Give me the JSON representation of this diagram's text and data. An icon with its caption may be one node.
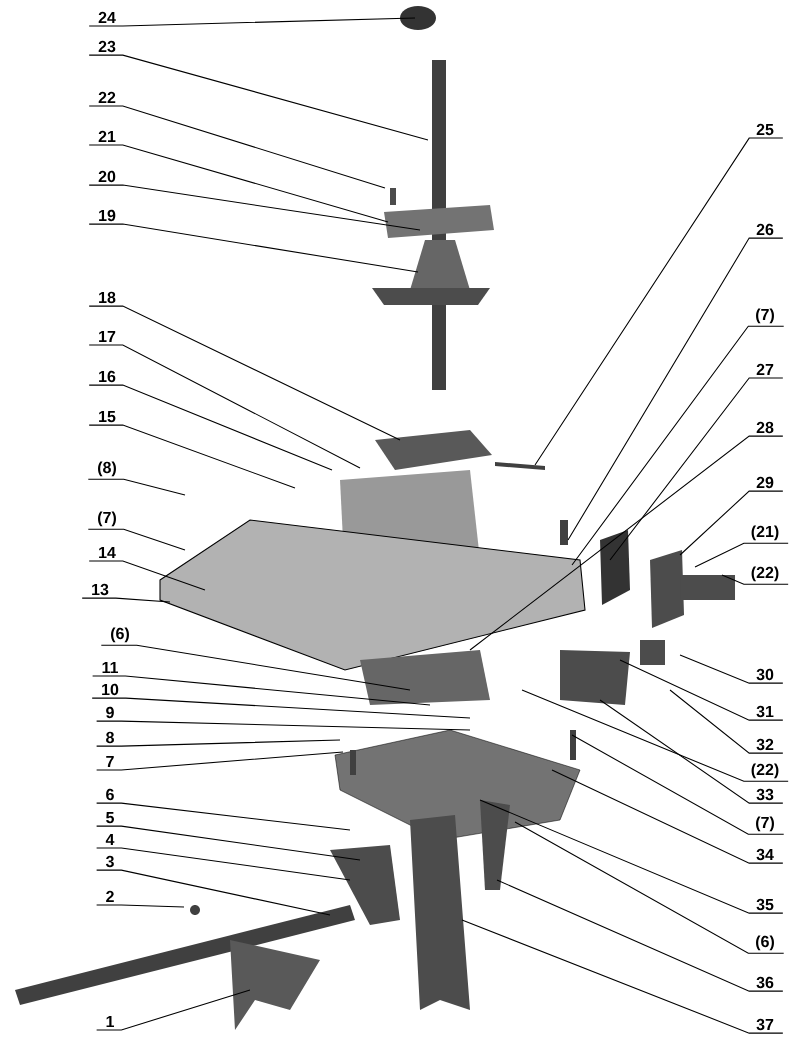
{
  "diagram": {
    "nodes": [
      {
        "text": [
          "24"
        ]
      },
      {
        "text": [
          "23"
        ]
      },
      {
        "text": [
          "22"
        ]
      },
      {
        "text": [
          "21"
        ]
      },
      {
        "text": [
          "20"
        ]
      },
      {
        "text": [
          "19"
        ]
      },
      {
        "text": [
          "18"
        ]
      },
      {
        "text": [
          "17"
        ]
      },
      {
        "text": [
          "16"
        ]
      },
      {
        "text": [
          "15"
        ]
      },
      {
        "text": [
          "(8)"
        ]
      },
      {
        "text": [
          "(7)"
        ]
      },
      {
        "text": [
          "14"
        ]
      },
      {
        "text": [
          "13"
        ]
      },
      {
        "text": [
          "(6)"
        ]
      },
      {
        "text": [
          "11"
        ]
      },
      {
        "text": [
          "10"
        ]
      },
      {
        "text": [
          "9"
        ]
      },
      {
        "text": [
          "8"
        ]
      },
      {
        "text": [
          "7"
        ]
      },
      {
        "text": [
          "6"
        ]
      },
      {
        "text": [
          "5"
        ]
      },
      {
        "text": [
          "4"
        ]
      },
      {
        "text": [
          "3"
        ]
      },
      {
        "text": [
          "2"
        ]
      },
      {
        "text": [
          "1"
        ]
      },
      {
        "text": [
          "25"
        ]
      },
      {
        "text": [
          "26"
        ]
      },
      {
        "text": [
          "(7)"
        ]
      },
      {
        "text": [
          "27"
        ]
      },
      {
        "text": [
          "28"
        ]
      },
      {
        "text": [
          "29"
        ]
      },
      {
        "text": [
          "(21)"
        ]
      },
      {
        "text": [
          "(22)"
        ]
      },
      {
        "text": [
          "30"
        ]
      },
      {
        "text": [
          "31"
        ]
      },
      {
        "text": [
          "32"
        ]
      },
      {
        "text": [
          "(22)"
        ]
      },
      {
        "text": [
          "33"
        ]
      },
      {
        "text": [
          "(7)"
        ]
      },
      {
        "text": [
          "34"
        ]
      },
      {
        "text": [
          "35"
        ]
      },
      {
        "text": [
          "(6)"
        ]
      },
      {
        "text": [
          "36"
        ]
      },
      {
        "text": [
          "37"
        ]
      }
    ],
    "edges": [
      {
        "from": 0,
        "to": null,
        "arrow": "none"
      },
      {
        "from": 1,
        "to": null,
        "arrow": "none"
      },
      {
        "from": 2,
        "to": null,
        "arrow": "none"
      },
      {
        "from": 3,
        "to": null,
        "arrow": "none"
      },
      {
        "from": 4,
        "to": null,
        "arrow": "none"
      },
      {
        "from": 5,
        "to": null,
        "arrow": "none"
      },
      {
        "from": 6,
        "to": null,
        "arrow": "none"
      },
      {
        "from": 7,
        "to": null,
        "arrow": "none"
      },
      {
        "from": 8,
        "to": null,
        "arrow": "none"
      },
      {
        "from": 9,
        "to": null,
        "arrow": "none"
      },
      {
        "from": 10,
        "to": null,
        "arrow": "none"
      },
      {
        "from": 11,
        "to": null,
        "arrow": "none"
      },
      {
        "from": 12,
        "to": null,
        "arrow": "none"
      },
      {
        "from": 13,
        "to": null,
        "arrow": "none"
      },
      {
        "from": 14,
        "to": null,
        "arrow": "none"
      },
      {
        "from": 15,
        "to": null,
        "arrow": "none"
      },
      {
        "from": 16,
        "to": null,
        "arrow": "none"
      },
      {
        "from": 17,
        "to": null,
        "arrow": "none"
      },
      {
        "from": 18,
        "to": null,
        "arrow": "none"
      },
      {
        "from": 19,
        "to": null,
        "arrow": "none"
      },
      {
        "from": 20,
        "to": null,
        "arrow": "none"
      },
      {
        "from": 21,
        "to": null,
        "arrow": "none"
      },
      {
        "from": 22,
        "to": null,
        "arrow": "none"
      },
      {
        "from": 23,
        "to": null,
        "arrow": "none"
      },
      {
        "from": 24,
        "to": null,
        "arrow": "none"
      },
      {
        "from": 25,
        "to": null,
        "arrow": "none"
      },
      {
        "from": 26,
        "to": null,
        "arrow": "none"
      },
      {
        "from": 27,
        "to": null,
        "arrow": "none"
      },
      {
        "from": 28,
        "to": null,
        "arrow": "none"
      },
      {
        "from": 29,
        "to": null,
        "arrow": "none"
      },
      {
        "from": 30,
        "to": null,
        "arrow": "none"
      },
      {
        "from": 31,
        "to": null,
        "arrow": "none"
      },
      {
        "from": 32,
        "to": null,
        "arrow": "none"
      },
      {
        "from": 33,
        "to": null,
        "arrow": "none"
      },
      {
        "from": 34,
        "to": null,
        "arrow": "none"
      },
      {
        "from": 35,
        "to": null,
        "arrow": "none"
      },
      {
        "from": 36,
        "to": null,
        "arrow": "none"
      },
      {
        "from": 37,
        "to": null,
        "arrow": "none"
      },
      {
        "from": 38,
        "to": null,
        "arrow": "none"
      },
      {
        "from": 39,
        "to": null,
        "arrow": "none"
      },
      {
        "from": 40,
        "to": null,
        "arrow": "none"
      },
      {
        "from": 41,
        "to": null,
        "arrow": "none"
      },
      {
        "from": 42,
        "to": null,
        "arrow": "none"
      },
      {
        "from": 43,
        "to": null,
        "arrow": "none"
      },
      {
        "from": 44,
        "to": null,
        "arrow": "none"
      }
    ]
  }
}
